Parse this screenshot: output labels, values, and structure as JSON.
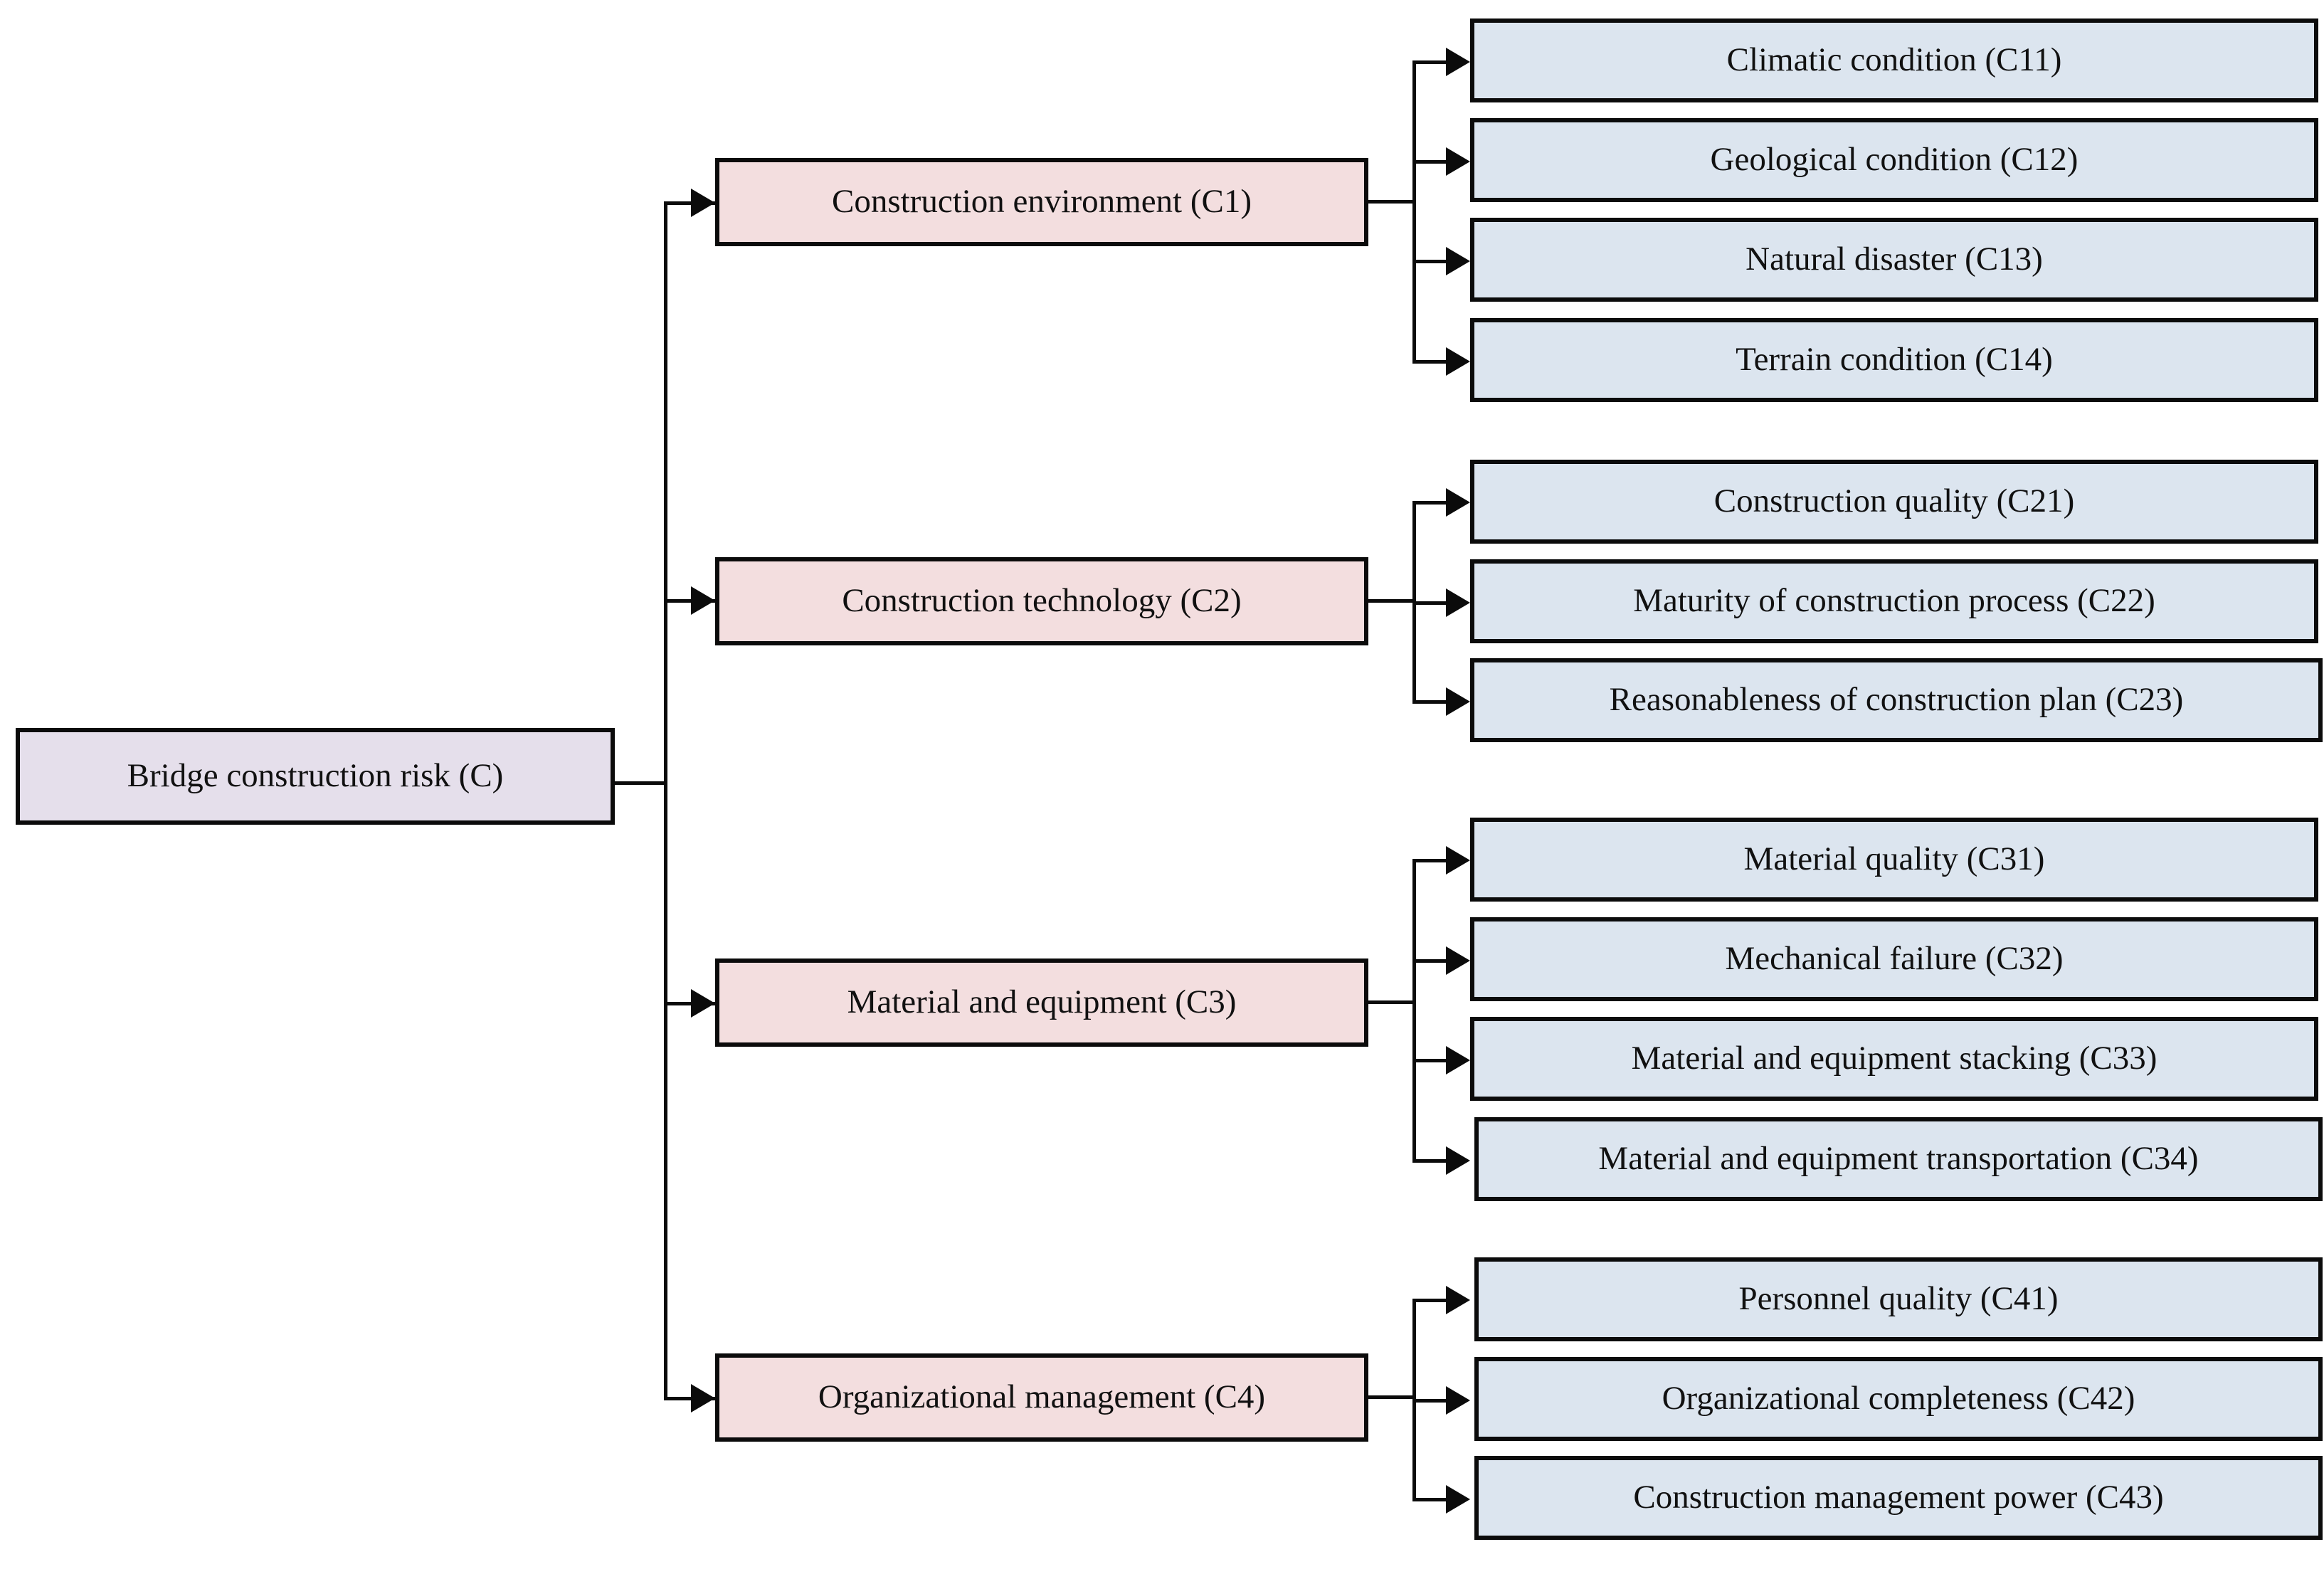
{
  "diagram": {
    "title": "Bridge construction risk hierarchy",
    "colors": {
      "root_fill": "#e5dfeb",
      "level2_fill": "#f3dedf",
      "level3_fill": "#dce5ef",
      "border": "#0b0b0b",
      "text": "#111111",
      "background": "#ffffff"
    },
    "root": {
      "label": "Bridge construction risk (C)",
      "code": "C"
    },
    "groups": [
      {
        "label": "Construction environment (C1)",
        "code": "C1",
        "children": [
          {
            "label": "Climatic condition (C11)",
            "code": "C11"
          },
          {
            "label": "Geological condition (C12)",
            "code": "C12"
          },
          {
            "label": "Natural disaster (C13)",
            "code": "C13"
          },
          {
            "label": "Terrain condition (C14)",
            "code": "C14"
          }
        ]
      },
      {
        "label": "Construction technology (C2)",
        "code": "C2",
        "children": [
          {
            "label": "Construction quality (C21)",
            "code": "C21"
          },
          {
            "label": "Maturity of construction process (C22)",
            "code": "C22"
          },
          {
            "label": "Reasonableness of construction plan (C23)",
            "code": "C23"
          }
        ]
      },
      {
        "label": "Material and equipment (C3)",
        "code": "C3",
        "children": [
          {
            "label": "Material quality (C31)",
            "code": "C31"
          },
          {
            "label": "Mechanical failure (C32)",
            "code": "C32"
          },
          {
            "label": "Material and equipment stacking (C33)",
            "code": "C33"
          },
          {
            "label": "Material and equipment transportation (C34)",
            "code": "C34"
          }
        ]
      },
      {
        "label": "Organizational management (C4)",
        "code": "C4",
        "children": [
          {
            "label": "Personnel quality (C41)",
            "code": "C41"
          },
          {
            "label": "Organizational completeness (C42)",
            "code": "C42"
          },
          {
            "label": "Construction management power (C43)",
            "code": "C43"
          }
        ]
      }
    ]
  }
}
